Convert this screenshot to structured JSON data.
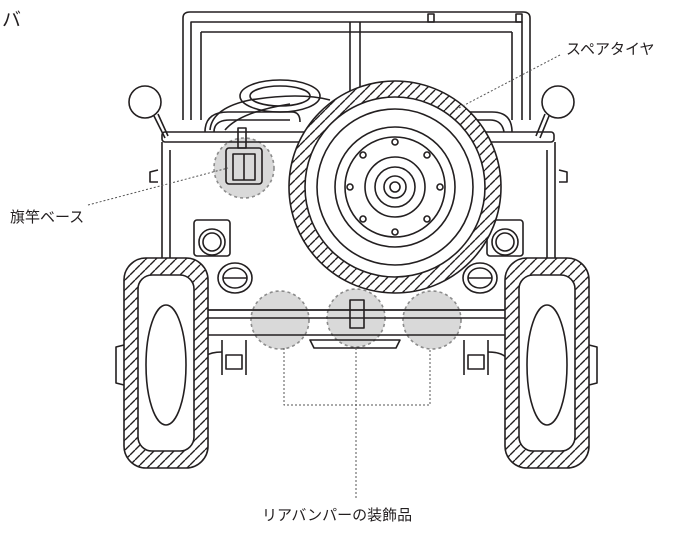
{
  "labels": {
    "corner": "バ",
    "spare_tire": "スペアタイヤ",
    "flag_pole_base": "旗竿ベース",
    "rear_bumper_ornament": "リアバンパーの装飾品"
  },
  "colors": {
    "line": "#231f20",
    "highlight": "#d9d9d9",
    "leader": "#555555"
  }
}
